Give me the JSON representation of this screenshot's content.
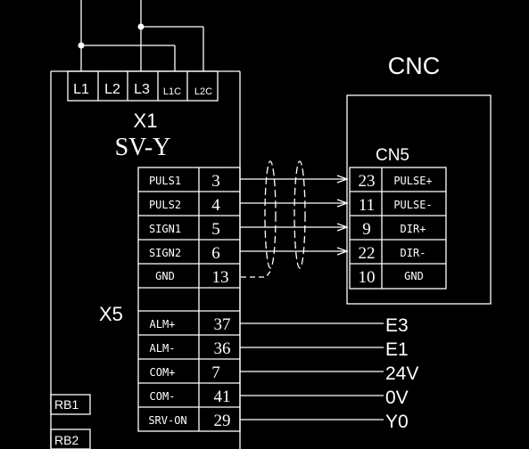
{
  "power_terminals": [
    "L1",
    "L2",
    "L3",
    "L1C",
    "L2C"
  ],
  "drive": {
    "connector_name": "X1",
    "model": "SV-Y",
    "io_connector": "X5"
  },
  "cnc": {
    "title": "CNC",
    "connector": "CN5"
  },
  "signal_rows": [
    {
      "drive_label": "PULS1",
      "drive_pin": "3",
      "cnc_pin": "23",
      "cnc_label": "PULSE+"
    },
    {
      "drive_label": "PULS2",
      "drive_pin": "4",
      "cnc_pin": "11",
      "cnc_label": "PULSE-"
    },
    {
      "drive_label": "SIGN1",
      "drive_pin": "5",
      "cnc_pin": "9",
      "cnc_label": "DIR+"
    },
    {
      "drive_label": "SIGN2",
      "drive_pin": "6",
      "cnc_pin": "22",
      "cnc_label": "DIR-"
    },
    {
      "drive_label": "GND",
      "drive_pin": "13",
      "cnc_pin": "10",
      "cnc_label": "GND"
    }
  ],
  "io_rows": [
    {
      "label": "ALM+",
      "pin": "37",
      "dest": "E3"
    },
    {
      "label": "ALM-",
      "pin": "36",
      "dest": "E1"
    },
    {
      "label": "COM+",
      "pin": "7",
      "dest": "24V"
    },
    {
      "label": "COM-",
      "pin": "41",
      "dest": "0V"
    },
    {
      "label": "SRV-ON",
      "pin": "29",
      "dest": "Y0"
    }
  ],
  "relay_terminals": [
    "RB1",
    "RB2"
  ],
  "colors": {
    "background": "#000000",
    "line": "#ffffff"
  }
}
